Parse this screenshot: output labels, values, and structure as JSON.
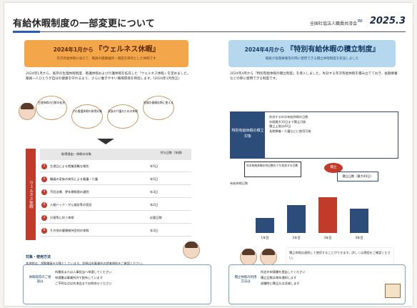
{
  "header": {
    "title": "有給休暇制度の一部変更について",
    "org": "全国社協法人職員共済会",
    "date": "2025.3"
  },
  "left": {
    "banner_small": "2024年1月から",
    "banner_big": "『ウェルネス休暇』",
    "banner_sub": "年次有給休暇に加えて、職員の健康維持・増進を目的とした休暇です",
    "paragraph": "2024年1月から、既存の生理休暇制度、看護休暇および介護休暇を拡充した「ウェルネス休暇」を定めました。職員一人ひとりが自分の健康を守れるよう、さらに働きやすい職場環境を目指します。(2024年1月改正)",
    "bubbles": [
      "生理休暇の日数の拡充",
      "子の看護休暇の取得対象",
      "家族の介護のための休暇",
      "地域の健康診断に使える"
    ],
    "table": {
      "side_label": "ウェルネス休暇",
      "head_col1": "取得理由・休暇の対象",
      "head_col2": "付与日数（年間）",
      "rows": [
        {
          "n": "1",
          "text": "生理日による就業困難な場合",
          "val": "年5日"
        },
        {
          "n": "2",
          "text": "職員の家族の病気による看護・介護",
          "val": "年5日"
        },
        {
          "n": "3",
          "text": "不妊治療、更年期障害の通院",
          "val": "年3日"
        },
        {
          "n": "4",
          "text": "人間ドック・がん検診等の受診",
          "val": "年2日"
        },
        {
          "n": "5",
          "text": "災害等に伴う休暇",
          "val": "必要日数"
        },
        {
          "n": "6",
          "text": "その他の健康維持目的の休暇",
          "val": "年3日"
        }
      ]
    },
    "foot_title": "対象・使用方法",
    "foot_text": "本休暇は、常勤職員を対象としています。詳細は各事業所の就業規則をご確認ください。",
    "bottom_q": "休暇取得のご相談は",
    "bottom_items": [
      "所属長または人事担当へ申請してください",
      "申請書は事業所内で配布しています",
      "ご不明な点は共済会までお問合せください"
    ]
  },
  "right": {
    "banner_small": "2024年4月から",
    "banner_big": "『特別有給休暇の積立制度』",
    "banner_sub": "職員が長期療養等の際に使用できる積立休暇制度を新設しました",
    "paragraph": "2024年4月から「特別有給休暇の積立制度」を導入しました。失効する年次有給休暇を積み立てておき、長期療養などの際に使用できる制度です。",
    "box_label": "特別有給休暇の積立対象",
    "box_items": [
      "失効する年次有給休暇の日数",
      "年間最大10日まで積立可能",
      "積立上限は40日",
      "長期療養・介護などに使用可能"
    ],
    "chart": {
      "callout": "年次有給休暇の残日数のうち失効する日数",
      "cap": "積立",
      "pill": "積立日数（最大40日）",
      "y_label": "有給休暇日数",
      "bars": [
        {
          "label": "1年目",
          "fill": 0.3,
          "color": "#2c4c7a"
        },
        {
          "label": "2年目",
          "fill": 0.55,
          "color": "#2c4c7a"
        },
        {
          "label": "3年目",
          "fill": 0.72,
          "color": "#c23a2a"
        },
        {
          "label": "4年目",
          "fill": 0.48,
          "color": "#2c4c7a"
        }
      ]
    },
    "foot_text": "積立休暇は連続して使用することができます。詳しくは規程をご確認ください。",
    "bottom_q": "積立休暇の利用方法は",
    "bottom_items": [
      "所定の申請書を提出してください",
      "積立日数は毎年通知します",
      "退職時に積立分は消滅します"
    ]
  }
}
